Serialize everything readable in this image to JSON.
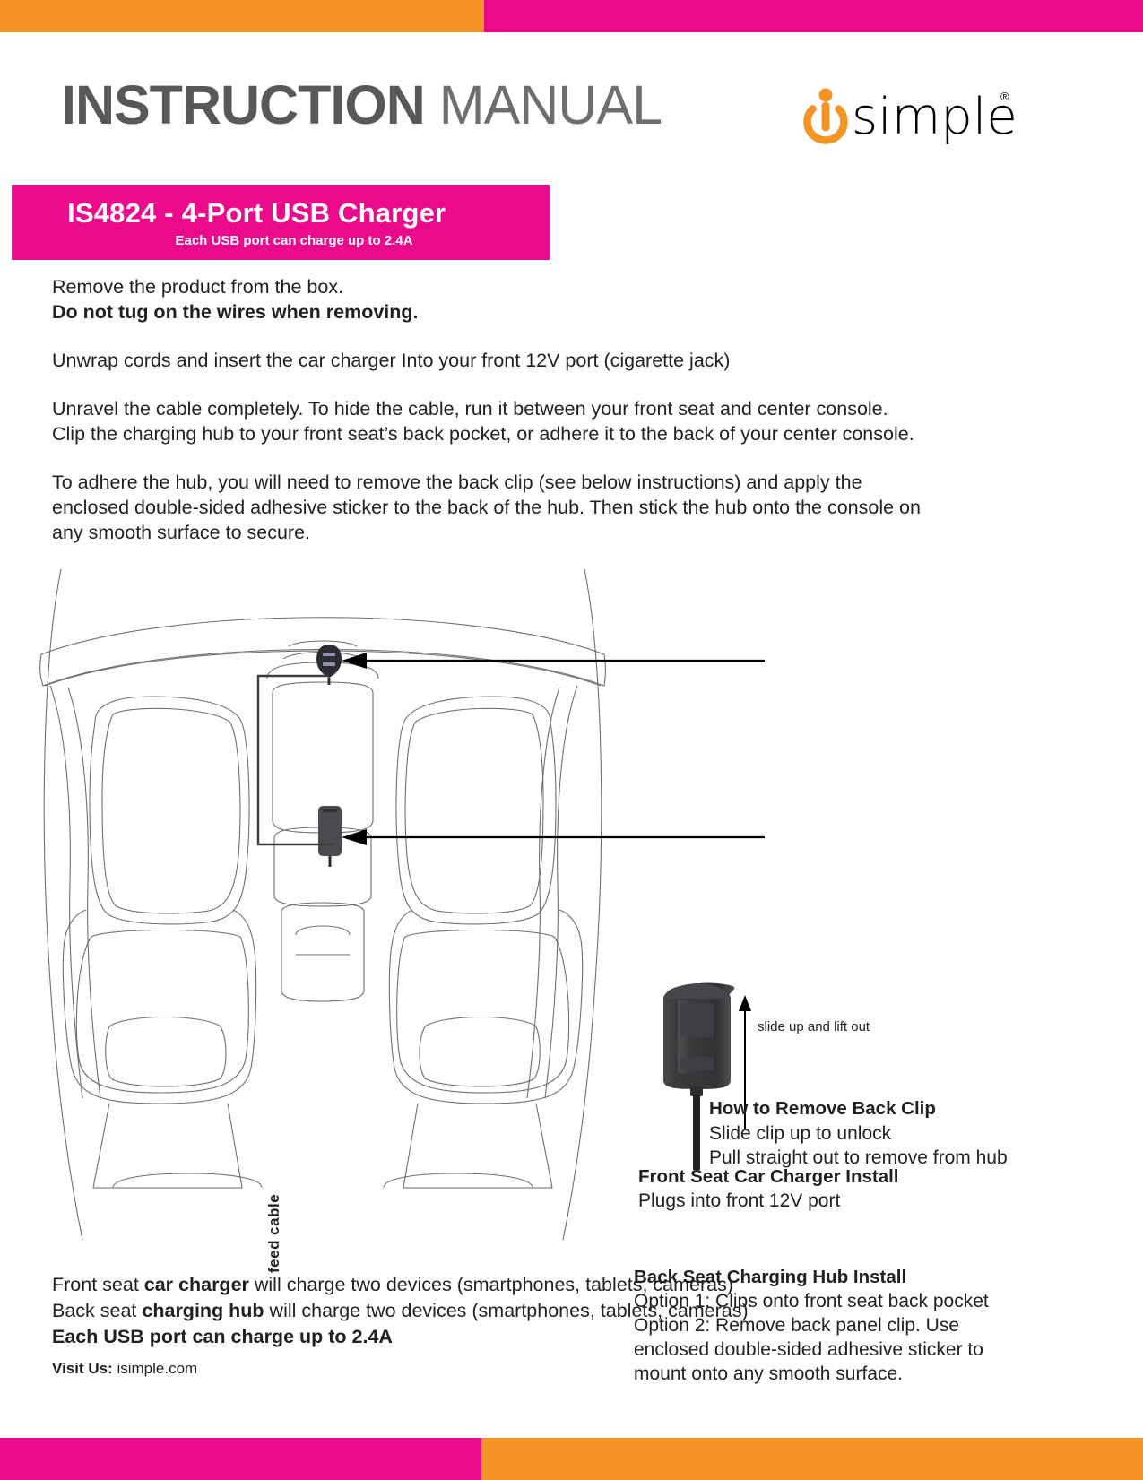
{
  "theme": {
    "orange": "#F49425",
    "magenta": "#EC0A8C",
    "title_gray": "#58585b",
    "body_black": "#231f20",
    "hub_dark": "#3b3b3b"
  },
  "header": {
    "title_bold": "INSTRUCTION",
    "title_light": "MANUAL",
    "logo_word": "simple",
    "logo_trademark": "®"
  },
  "banner": {
    "product": "IS4824 - 4-Port USB Charger",
    "subtitle": "Each USB port can charge up to 2.4A"
  },
  "intro": {
    "p1_line1": "Remove the product from the box.",
    "p1_line2_bold": "Do not tug on the wires when removing.",
    "p2": "Unwrap cords and insert the car charger Into your front 12V port (cigarette jack)",
    "p3_line1": "Unravel the cable completely. To hide the cable, run it between your front seat and center console.",
    "p3_line2": "Clip the charging hub to your front seat’s back pocket, or adhere it to the back of your center console.",
    "p4_line1": "To adhere the hub, you will need to remove the back clip (see below instructions) and apply the",
    "p4_line2": "enclosed double-sided adhesive sticker to the back of the hub. Then stick the hub onto the console on",
    "p4_line3": "any smooth surface to secure."
  },
  "diagram": {
    "feed_cable_label": "feed cable",
    "callout_front": {
      "title": "Front Seat Car Charger Install",
      "line1": "Plugs into front 12V port"
    },
    "callout_back": {
      "title": "Back Seat Charging Hub Install",
      "line1": "Option 1: Clips onto front seat back pocket",
      "line2": "Option 2: Remove back panel clip. Use",
      "line3": "enclosed double-sided adhesive sticker to",
      "line4": "mount onto any smooth surface."
    }
  },
  "clip_section": {
    "arrow_label": "slide up and lift out",
    "title": "How to Remove Back Clip",
    "line1": "Slide clip up to unlock",
    "line2": "Pull straight out to remove from hub"
  },
  "summary": {
    "line1_a": "Front seat ",
    "line1_b": "car charger",
    "line1_c": " will charge two devices (smartphones, tablets, cameras)",
    "line2_a": "Back seat ",
    "line2_b": "charging hub",
    "line2_c": " will charge two devices (smartphones, tablets, cameras)",
    "line3": "Each USB port can charge up to 2.4A"
  },
  "footer": {
    "visit_label": "Visit Us:",
    "visit_url": "isimple.com"
  }
}
